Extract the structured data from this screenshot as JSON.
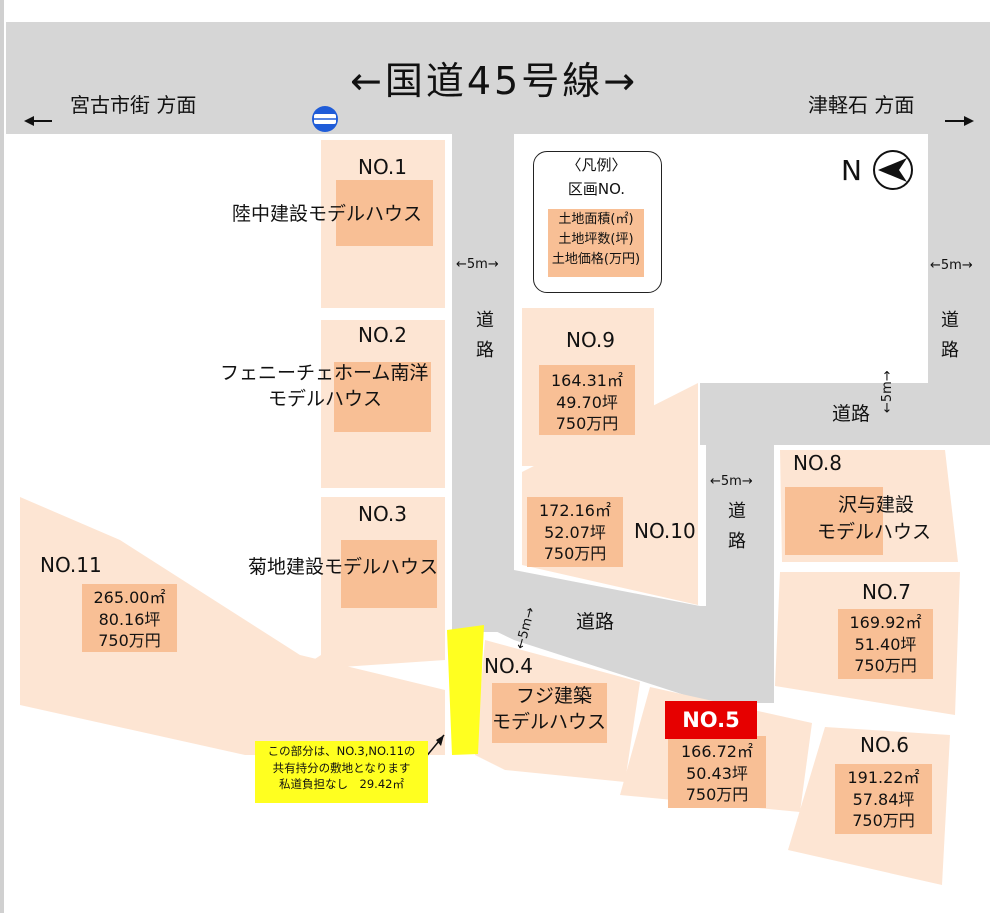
{
  "road_title": "←国道45号線→",
  "direction_left": "宮古市街 方面",
  "direction_right": "津軽石 方面",
  "north_label": "N",
  "legend": {
    "title": "〈凡例〉",
    "lot_no": "区画NO.",
    "items": [
      "土地面積(㎡)",
      "土地坪数(坪)",
      "土地価格(万円)"
    ]
  },
  "roads": {
    "width_label": "←5m→",
    "width_label_vertical": "←5m→",
    "road_label": "道路",
    "road_label_vertical": "道路"
  },
  "lots": [
    {
      "no": "NO.1",
      "label": "陸中建設モデルハウス"
    },
    {
      "no": "NO.2",
      "label": [
        "フェニーチェホーム南洋",
        "モデルハウス"
      ]
    },
    {
      "no": "NO.3",
      "label": "菊地建設モデルハウス"
    },
    {
      "no": "NO.4",
      "label": [
        "フジ建築",
        "モデルハウス"
      ]
    },
    {
      "no": "NO.5",
      "area": "166.72㎡",
      "tsubo": "50.43坪",
      "price": "750万円"
    },
    {
      "no": "NO.6",
      "area": "191.22㎡",
      "tsubo": "57.84坪",
      "price": "750万円"
    },
    {
      "no": "NO.7",
      "area": "169.92㎡",
      "tsubo": "51.40坪",
      "price": "750万円"
    },
    {
      "no": "NO.8",
      "label": [
        "沢与建設",
        "モデルハウス"
      ]
    },
    {
      "no": "NO.9",
      "area": "164.31㎡",
      "tsubo": "49.70坪",
      "price": "750万円"
    },
    {
      "no": "NO.10",
      "area": "172.16㎡",
      "tsubo": "52.07坪",
      "price": "750万円"
    },
    {
      "no": "NO.11",
      "area": "265.00㎡",
      "tsubo": "80.16坪",
      "price": "750万円"
    }
  ],
  "shared_note": [
    "この部分は、NO.3,NO.11の",
    "共有持分の敷地となります",
    "私道負担なし　29.42㎡"
  ],
  "colors": {
    "road": "#d6d6d6",
    "lot_fill": "#fde5d3",
    "value_box": "#f8bf95",
    "shared_area": "#ffff20",
    "no5_badge": "#e60000",
    "bus_stop": "#1f5cd8"
  },
  "icons": {
    "bus_stop": "bus-stop-icon",
    "north": "north-arrow-icon"
  }
}
